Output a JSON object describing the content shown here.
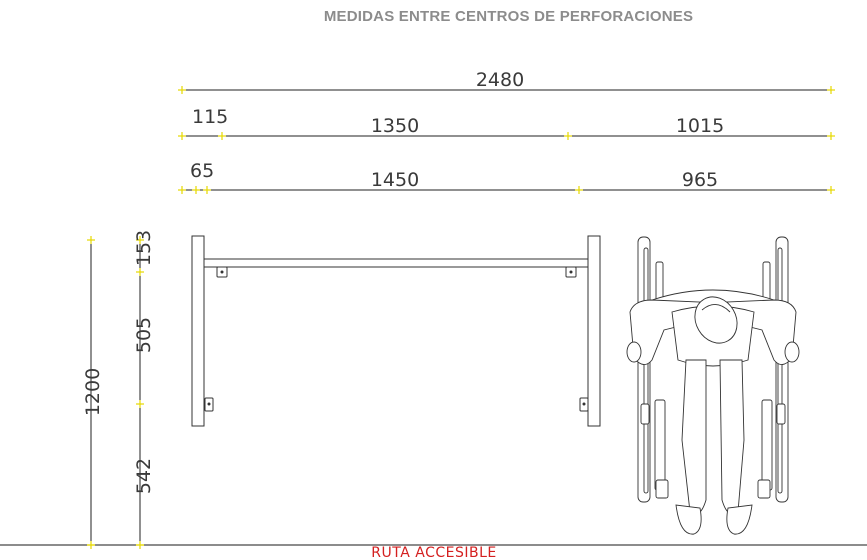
{
  "title": "MEDIDAS ENTRE CENTROS DE PERFORACIONES",
  "dimensions": {
    "top_total": "2480",
    "row2_left": "115",
    "row2_mid": "1350",
    "row2_right": "1015",
    "row3_left": "65",
    "row3_mid": "1450",
    "row3_right": "965",
    "vert_total": "1200",
    "vert_top": "153",
    "vert_mid": "505",
    "vert_bottom": "542"
  },
  "footer_label": "RUTA ACCESIBLE",
  "colors": {
    "tick": "#e6d800",
    "line": "#222222",
    "footer": "#d42020",
    "title": "#8c8c8c"
  }
}
